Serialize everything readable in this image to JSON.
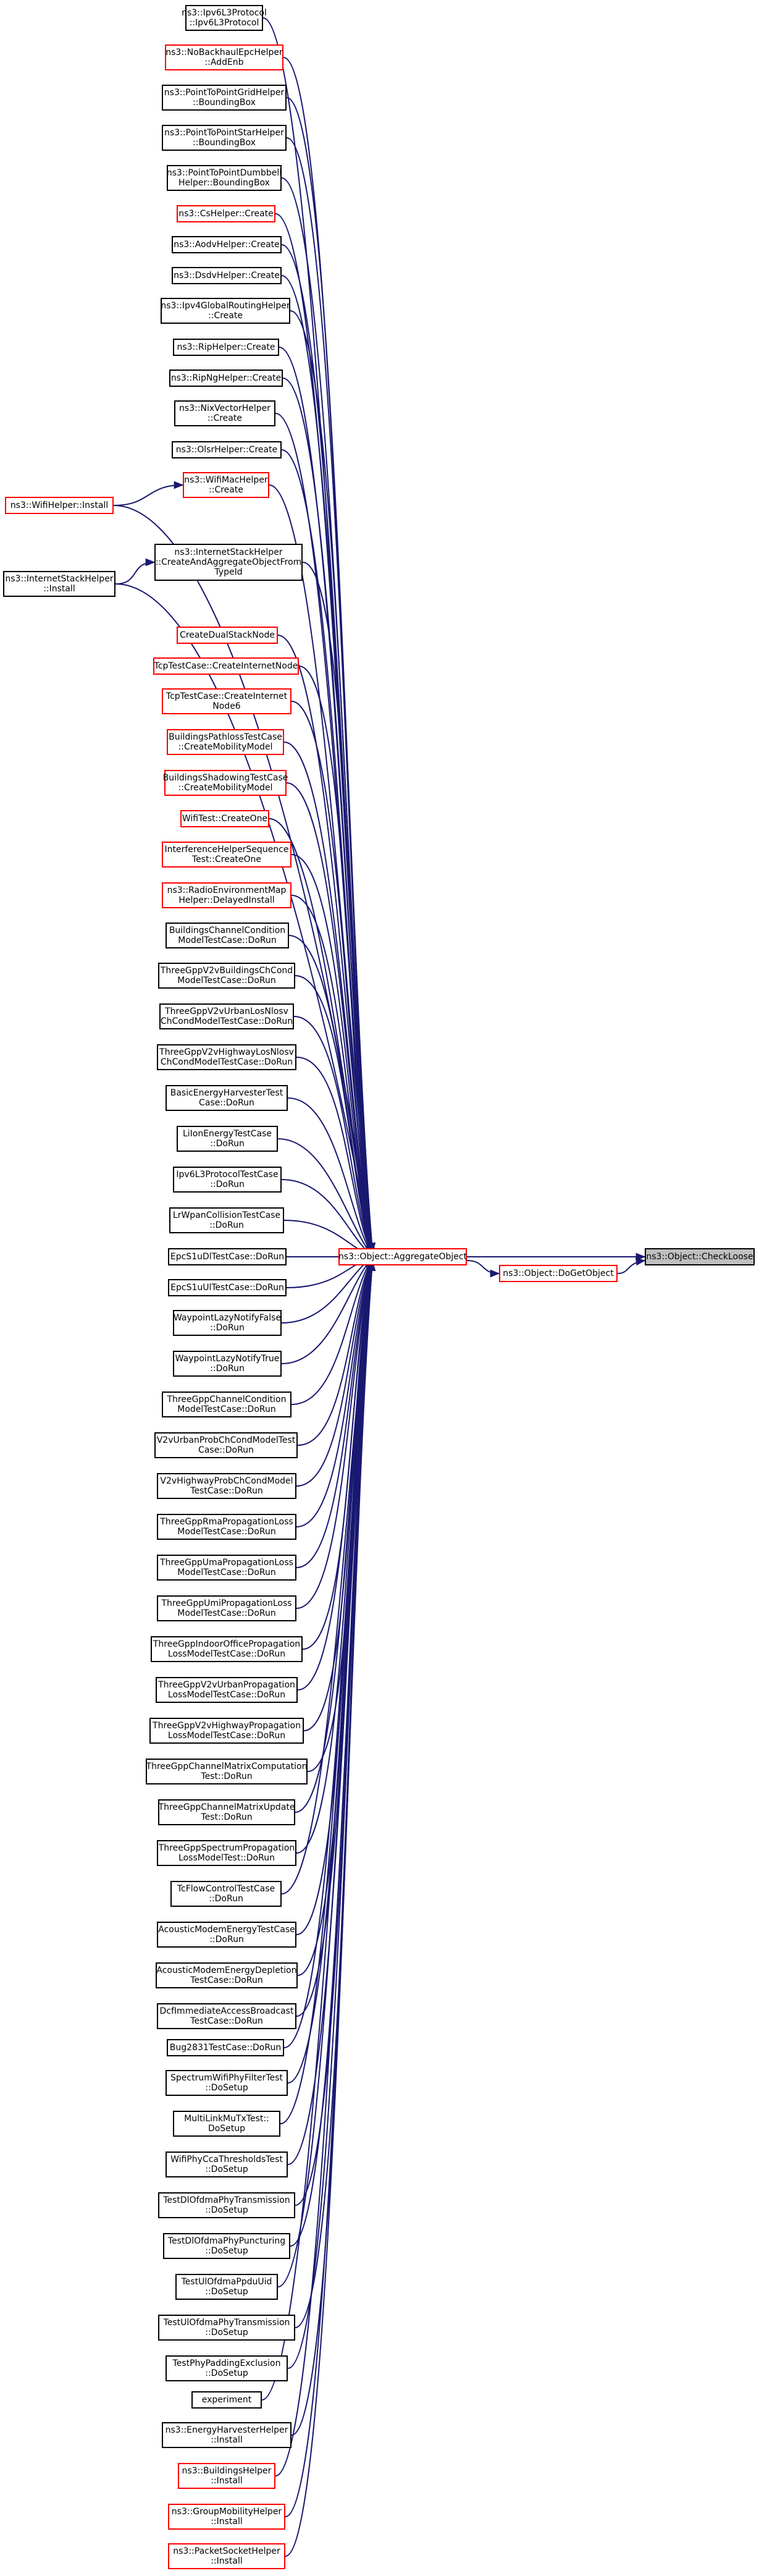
{
  "colors": {
    "edge": "#191970",
    "border_default": "#000000",
    "border_truncated": "#ff0000",
    "focus_fill": "#bfbfbf"
  },
  "nodes": [
    {
      "id": "ipv6l3",
      "lines": [
        "ns3::Ipv6L3Protocol",
        "::Ipv6L3Protocol"
      ],
      "red": false
    },
    {
      "id": "nobackhaul",
      "lines": [
        "ns3::NoBackhaulEpcHelper",
        "::AddEnb"
      ],
      "red": true
    },
    {
      "id": "p2pgrid",
      "lines": [
        "ns3::PointToPointGridHelper",
        "::BoundingBox"
      ],
      "red": false
    },
    {
      "id": "p2pstar",
      "lines": [
        "ns3::PointToPointStarHelper",
        "::BoundingBox"
      ],
      "red": false
    },
    {
      "id": "p2pdumbbell",
      "lines": [
        "ns3::PointToPointDumbbell",
        "Helper::BoundingBox"
      ],
      "red": false
    },
    {
      "id": "csr",
      "lines": [
        "ns3::CsHelper::Create"
      ],
      "red": true
    },
    {
      "id": "aodv",
      "lines": [
        "ns3::AodvHelper::Create"
      ],
      "red": false
    },
    {
      "id": "dsdv",
      "lines": [
        "ns3::DsdvHelper::Create"
      ],
      "red": false
    },
    {
      "id": "ipv4global",
      "lines": [
        "ns3::Ipv4GlobalRoutingHelper",
        "::Create"
      ],
      "red": false
    },
    {
      "id": "rip",
      "lines": [
        "ns3::RipHelper::Create"
      ],
      "red": false
    },
    {
      "id": "ripng",
      "lines": [
        "ns3::RipNgHelper::Create"
      ],
      "red": false
    },
    {
      "id": "nixvector",
      "lines": [
        "ns3::NixVectorHelper",
        "::Create"
      ],
      "red": false
    },
    {
      "id": "olsr",
      "lines": [
        "ns3::OlsrHelper::Create"
      ],
      "red": false
    },
    {
      "id": "wifimac",
      "lines": [
        "ns3::WifiMacHelper",
        "::Create"
      ],
      "red": true
    },
    {
      "id": "internetstack_create",
      "lines": [
        "ns3::InternetStackHelper",
        "::CreateAndAggregateObjectFrom",
        "TypeId"
      ],
      "red": false
    },
    {
      "id": "createdualstack",
      "lines": [
        "CreateDualStackNode"
      ],
      "red": true
    },
    {
      "id": "tcpcreateinternet",
      "lines": [
        "TcpTestCase::CreateInternetNode"
      ],
      "red": true
    },
    {
      "id": "tcpcreateinternet6",
      "lines": [
        "TcpTestCase::CreateInternet",
        "Node6"
      ],
      "red": true
    },
    {
      "id": "bldpathloss",
      "lines": [
        "BuildingsPathlossTestCase",
        "::CreateMobilityModel"
      ],
      "red": true
    },
    {
      "id": "bldshadowing",
      "lines": [
        "BuildingsShadowingTestCase",
        "::CreateMobilityModel"
      ],
      "red": true
    },
    {
      "id": "wifitestcreateone",
      "lines": [
        "WifiTest::CreateOne"
      ],
      "red": true
    },
    {
      "id": "interference",
      "lines": [
        "InterferenceHelperSequence",
        "Test::CreateOne"
      ],
      "red": true
    },
    {
      "id": "radioenv",
      "lines": [
        "ns3::RadioEnvironmentMap",
        "Helper::DelayedInstall"
      ],
      "red": true
    },
    {
      "id": "bldchannelcond",
      "lines": [
        "BuildingsChannelCondition",
        "ModelTestCase::DoRun"
      ],
      "red": false
    },
    {
      "id": "v2vbuildings",
      "lines": [
        "ThreeGppV2vBuildingsChCond",
        "ModelTestCase::DoRun"
      ],
      "red": false
    },
    {
      "id": "v2vurbanlos",
      "lines": [
        "ThreeGppV2vUrbanLosNlosv",
        "ChCondModelTestCase::DoRun"
      ],
      "red": false
    },
    {
      "id": "v2vhighwaylos",
      "lines": [
        "ThreeGppV2vHighwayLosNlosv",
        "ChCondModelTestCase::DoRun"
      ],
      "red": false
    },
    {
      "id": "basicenergy",
      "lines": [
        "BasicEnergyHarvesterTest",
        "Case::DoRun"
      ],
      "red": false
    },
    {
      "id": "liion",
      "lines": [
        "LiIonEnergyTestCase",
        "::DoRun"
      ],
      "red": false
    },
    {
      "id": "ipv6l3test",
      "lines": [
        "Ipv6L3ProtocolTestCase",
        "::DoRun"
      ],
      "red": false
    },
    {
      "id": "lrwpan",
      "lines": [
        "LrWpanCollisionTestCase",
        "::DoRun"
      ],
      "red": false
    },
    {
      "id": "epcs1udl",
      "lines": [
        "EpcS1uDlTestCase::DoRun"
      ],
      "red": false
    },
    {
      "id": "epcs1uul",
      "lines": [
        "EpcS1uUlTestCase::DoRun"
      ],
      "red": false
    },
    {
      "id": "wplazyfalse",
      "lines": [
        "WaypointLazyNotifyFalse",
        "::DoRun"
      ],
      "red": false
    },
    {
      "id": "wplazytrue",
      "lines": [
        "WaypointLazyNotifyTrue",
        "::DoRun"
      ],
      "red": false
    },
    {
      "id": "threegppchcond",
      "lines": [
        "ThreeGppChannelCondition",
        "ModelTestCase::DoRun"
      ],
      "red": false
    },
    {
      "id": "v2vurbanprob",
      "lines": [
        "V2vUrbanProbChCondModelTest",
        "Case::DoRun"
      ],
      "red": false
    },
    {
      "id": "v2vhighwayprob",
      "lines": [
        "V2vHighwayProbChCondModel",
        "TestCase::DoRun"
      ],
      "red": false
    },
    {
      "id": "rmaprop",
      "lines": [
        "ThreeGppRmaPropagationLoss",
        "ModelTestCase::DoRun"
      ],
      "red": false
    },
    {
      "id": "umaprop",
      "lines": [
        "ThreeGppUmaPropagationLoss",
        "ModelTestCase::DoRun"
      ],
      "red": false
    },
    {
      "id": "umiprop",
      "lines": [
        "ThreeGppUmiPropagationLoss",
        "ModelTestCase::DoRun"
      ],
      "red": false
    },
    {
      "id": "indooroffice",
      "lines": [
        "ThreeGppIndoorOfficePropagation",
        "LossModelTestCase::DoRun"
      ],
      "red": false
    },
    {
      "id": "v2vurbanpropag",
      "lines": [
        "ThreeGppV2vUrbanPropagation",
        "LossModelTestCase::DoRun"
      ],
      "red": false
    },
    {
      "id": "v2vhighwaypropag",
      "lines": [
        "ThreeGppV2vHighwayPropagation",
        "LossModelTestCase::DoRun"
      ],
      "red": false
    },
    {
      "id": "matrixcomp",
      "lines": [
        "ThreeGppChannelMatrixComputation",
        "Test::DoRun"
      ],
      "red": false
    },
    {
      "id": "matrixupdate",
      "lines": [
        "ThreeGppChannelMatrixUpdate",
        "Test::DoRun"
      ],
      "red": false
    },
    {
      "id": "spectrumprop",
      "lines": [
        "ThreeGppSpectrumPropagation",
        "LossModelTest::DoRun"
      ],
      "red": false
    },
    {
      "id": "tcflow",
      "lines": [
        "TcFlowControlTestCase",
        "::DoRun"
      ],
      "red": false
    },
    {
      "id": "acousticenergy",
      "lines": [
        "AcousticModemEnergyTestCase",
        "::DoRun"
      ],
      "red": false
    },
    {
      "id": "acousticdepletion",
      "lines": [
        "AcousticModemEnergyDepletion",
        "TestCase::DoRun"
      ],
      "red": false
    },
    {
      "id": "dcfimmediate",
      "lines": [
        "DcfImmediateAccessBroadcast",
        "TestCase::DoRun"
      ],
      "red": false
    },
    {
      "id": "bug2831",
      "lines": [
        "Bug2831TestCase::DoRun"
      ],
      "red": false
    },
    {
      "id": "spectrumwifiphy",
      "lines": [
        "SpectrumWifiPhyFilterTest",
        "::DoSetup"
      ],
      "red": false
    },
    {
      "id": "multilinkmutx",
      "lines": [
        "MultiLinkMuTxTest::",
        "DoSetup"
      ],
      "red": false
    },
    {
      "id": "wifiphycca",
      "lines": [
        "WifiPhyCcaThresholdsTest",
        "::DoSetup"
      ],
      "red": false
    },
    {
      "id": "dlofdmatx",
      "lines": [
        "TestDlOfdmaPhyTransmission",
        "::DoSetup"
      ],
      "red": false
    },
    {
      "id": "dlofdmapunct",
      "lines": [
        "TestDlOfdmaPhyPuncturing",
        "::DoSetup"
      ],
      "red": false
    },
    {
      "id": "ulofdmappdu",
      "lines": [
        "TestUlOfdmaPpduUid",
        "::DoSetup"
      ],
      "red": false
    },
    {
      "id": "ulofdmatx",
      "lines": [
        "TestUlOfdmaPhyTransmission",
        "::DoSetup"
      ],
      "red": false
    },
    {
      "id": "phypadding",
      "lines": [
        "TestPhyPaddingExclusion",
        "::DoSetup"
      ],
      "red": false
    },
    {
      "id": "experiment",
      "lines": [
        "experiment"
      ],
      "red": false
    },
    {
      "id": "energyharvester",
      "lines": [
        "ns3::EnergyHarvesterHelper",
        "::Install"
      ],
      "red": false
    },
    {
      "id": "buildingshelper",
      "lines": [
        "ns3::BuildingsHelper",
        "::Install"
      ],
      "red": true
    },
    {
      "id": "groupmobility",
      "lines": [
        "ns3::GroupMobilityHelper",
        "::Install"
      ],
      "red": true
    },
    {
      "id": "packetsocket",
      "lines": [
        "ns3::PacketSocketHelper",
        "::Install"
      ],
      "red": true
    },
    {
      "id": "wifihelper",
      "lines": [
        "ns3::WifiHelper::Install"
      ],
      "red": true
    },
    {
      "id": "internetstack_install",
      "lines": [
        "ns3::InternetStackHelper",
        "::Install"
      ],
      "red": false
    },
    {
      "id": "aggregate",
      "lines": [
        "ns3::Object::AggregateObject"
      ],
      "red": true
    },
    {
      "id": "dogetobject",
      "lines": [
        "ns3::Object::DoGetObject"
      ],
      "red": true
    },
    {
      "id": "checkloose",
      "lines": [
        "ns3::Object::CheckLoose"
      ],
      "red": false,
      "focus": true
    }
  ]
}
